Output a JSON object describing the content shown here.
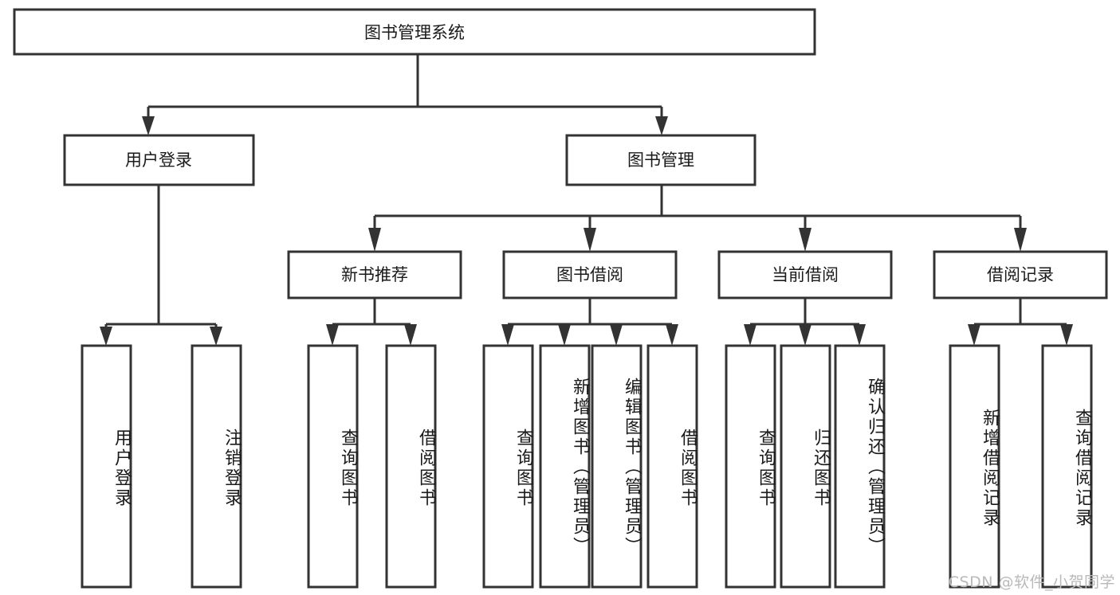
{
  "diagram": {
    "type": "tree",
    "title": "图书管理系统",
    "watermark": "CSDN @软件_小贺同学",
    "colors": {
      "box_stroke": "#333333",
      "box_fill": "#ffffff",
      "connector": "#333333",
      "text": "#1a1a1a",
      "watermark": "#b9b9b9",
      "background": "#ffffff"
    },
    "levels": {
      "root": {
        "label": "图书管理系统"
      },
      "level2": [
        {
          "label": "用户登录"
        },
        {
          "label": "图书管理"
        }
      ],
      "level3": [
        {
          "label": "新书推荐"
        },
        {
          "label": "图书借阅"
        },
        {
          "label": "当前借阅"
        },
        {
          "label": "借阅记录"
        }
      ],
      "leaves": {
        "user_login": [
          {
            "label": "用户登录"
          },
          {
            "label": "注销登录"
          }
        ],
        "new_book_recommend": [
          {
            "label": "查询图书"
          },
          {
            "label": "借阅图书"
          }
        ],
        "book_borrow": [
          {
            "label": "查询图书"
          },
          {
            "label": "新增图书（管理员）"
          },
          {
            "label": "编辑图书（管理员）"
          },
          {
            "label": "借阅图书"
          }
        ],
        "current_borrow": [
          {
            "label": "查询图书"
          },
          {
            "label": "归还图书"
          },
          {
            "label": "确认归还（管理员）"
          }
        ],
        "borrow_record": [
          {
            "label": "新增借阅记录"
          },
          {
            "label": "查询借阅记录"
          }
        ]
      }
    },
    "edges": [
      {
        "from": "图书管理系统",
        "to": "用户登录"
      },
      {
        "from": "图书管理系统",
        "to": "图书管理"
      },
      {
        "from": "图书管理",
        "to": "新书推荐"
      },
      {
        "from": "图书管理",
        "to": "图书借阅"
      },
      {
        "from": "图书管理",
        "to": "当前借阅"
      },
      {
        "from": "图书管理",
        "to": "借阅记录"
      },
      {
        "from": "用户登录",
        "to": "用户登录"
      },
      {
        "from": "用户登录",
        "to": "注销登录"
      },
      {
        "from": "新书推荐",
        "to": "查询图书"
      },
      {
        "from": "新书推荐",
        "to": "借阅图书"
      },
      {
        "from": "图书借阅",
        "to": "查询图书"
      },
      {
        "from": "图书借阅",
        "to": "新增图书（管理员）"
      },
      {
        "from": "图书借阅",
        "to": "编辑图书（管理员）"
      },
      {
        "from": "图书借阅",
        "to": "借阅图书"
      },
      {
        "from": "当前借阅",
        "to": "查询图书"
      },
      {
        "from": "当前借阅",
        "to": "归还图书"
      },
      {
        "from": "当前借阅",
        "to": "确认归还（管理员）"
      },
      {
        "from": "借阅记录",
        "to": "新增借阅记录"
      },
      {
        "from": "借阅记录",
        "to": "查询借阅记录"
      }
    ]
  }
}
